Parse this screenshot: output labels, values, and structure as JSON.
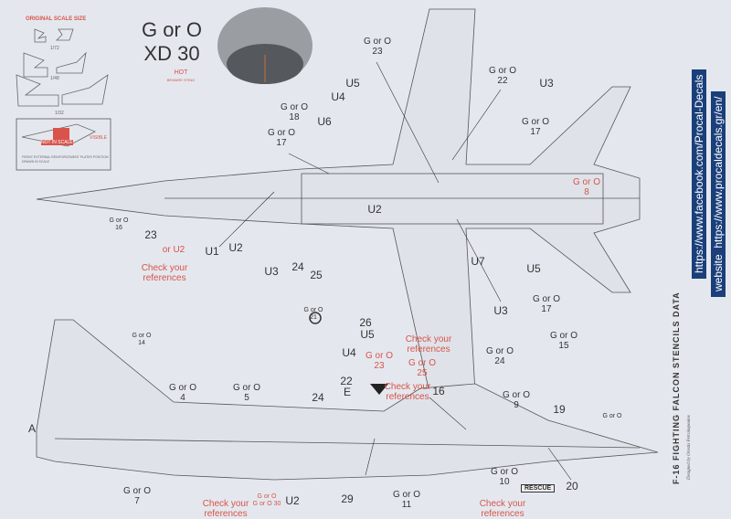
{
  "header": {
    "line1": "G or O",
    "line2": "XD 30",
    "hot_label": "HOT",
    "hot_sub": "BEWARE STING"
  },
  "scale_box": {
    "title": "ORIGINAL SCALE SIZE",
    "scales": [
      "1/72",
      "1/48",
      "1/32"
    ],
    "not_in_scale": "NOT IN SCALE",
    "visible": "VISIBLE",
    "note": "FRONT EXTERNAL REINFORCEMENT PLATES POSITION DRAWN IN SCALE"
  },
  "top_view_labels": [
    {
      "a": "G or O",
      "b": "23"
    },
    {
      "a": "G or O",
      "b": "22"
    },
    {
      "a": "U3"
    },
    {
      "a": "U5"
    },
    {
      "a": "U4"
    },
    {
      "a": "G or O",
      "b": "18"
    },
    {
      "a": "U6"
    },
    {
      "a": "G or O",
      "b": "17"
    },
    {
      "a": "G or O",
      "b": "17"
    },
    {
      "a": "G or O",
      "b": "8"
    },
    {
      "a": "G or O",
      "b": "16"
    },
    {
      "a": "23"
    },
    {
      "a": "or U2"
    },
    {
      "a": "Check your",
      "b": "references"
    },
    {
      "a": "U1"
    },
    {
      "a": "U2"
    },
    {
      "a": "U3"
    },
    {
      "a": "24"
    },
    {
      "a": "25"
    },
    {
      "a": "U2"
    },
    {
      "a": "G or O",
      "b": "21"
    },
    {
      "a": "26"
    },
    {
      "a": "U5"
    },
    {
      "a": "U4"
    },
    {
      "a": "Check your",
      "b": "references"
    },
    {
      "a": "G or O",
      "b": "23"
    },
    {
      "a": "G or O",
      "b": "25"
    },
    {
      "a": "U7"
    },
    {
      "a": "U5"
    },
    {
      "a": "U3"
    },
    {
      "a": "G or O",
      "b": "17"
    },
    {
      "a": "G or O",
      "b": "24"
    },
    {
      "a": "G or O",
      "b": "15"
    }
  ],
  "side_view_labels": [
    {
      "a": "G or O",
      "b": "14"
    },
    {
      "a": "G or O",
      "b": "4"
    },
    {
      "a": "G or O",
      "b": "5"
    },
    {
      "a": "24"
    },
    {
      "a": "22"
    },
    {
      "a": "E"
    },
    {
      "a": "Check your",
      "b": "references"
    },
    {
      "a": "16"
    },
    {
      "a": "G or O",
      "b": "9"
    },
    {
      "a": "19"
    },
    {
      "a": "G or O"
    },
    {
      "a": "A"
    },
    {
      "a": "G or O",
      "b": "7"
    },
    {
      "a": "Check your",
      "b": "references"
    },
    {
      "a": "G or O",
      "b": "G or O 30"
    },
    {
      "a": "U2"
    },
    {
      "a": "29"
    },
    {
      "a": "G or O",
      "b": "11"
    },
    {
      "a": "G or O",
      "b": "10"
    },
    {
      "a": "20"
    },
    {
      "a": "Check your",
      "b": "references"
    }
  ],
  "rescue": "RESCUE",
  "title": "F-16 FIGHTING FALCON STENCILS DATA",
  "designed_by": "Designed by Orestis Petrakopoulos",
  "links": {
    "facebook": "https://www.facebook.com/Procal-Decals",
    "website_label": "website",
    "website": "https://www.procaldecals.gr/en/"
  },
  "colors": {
    "accent_red": "#d9534a",
    "url_bg": "#1a3f7a"
  }
}
